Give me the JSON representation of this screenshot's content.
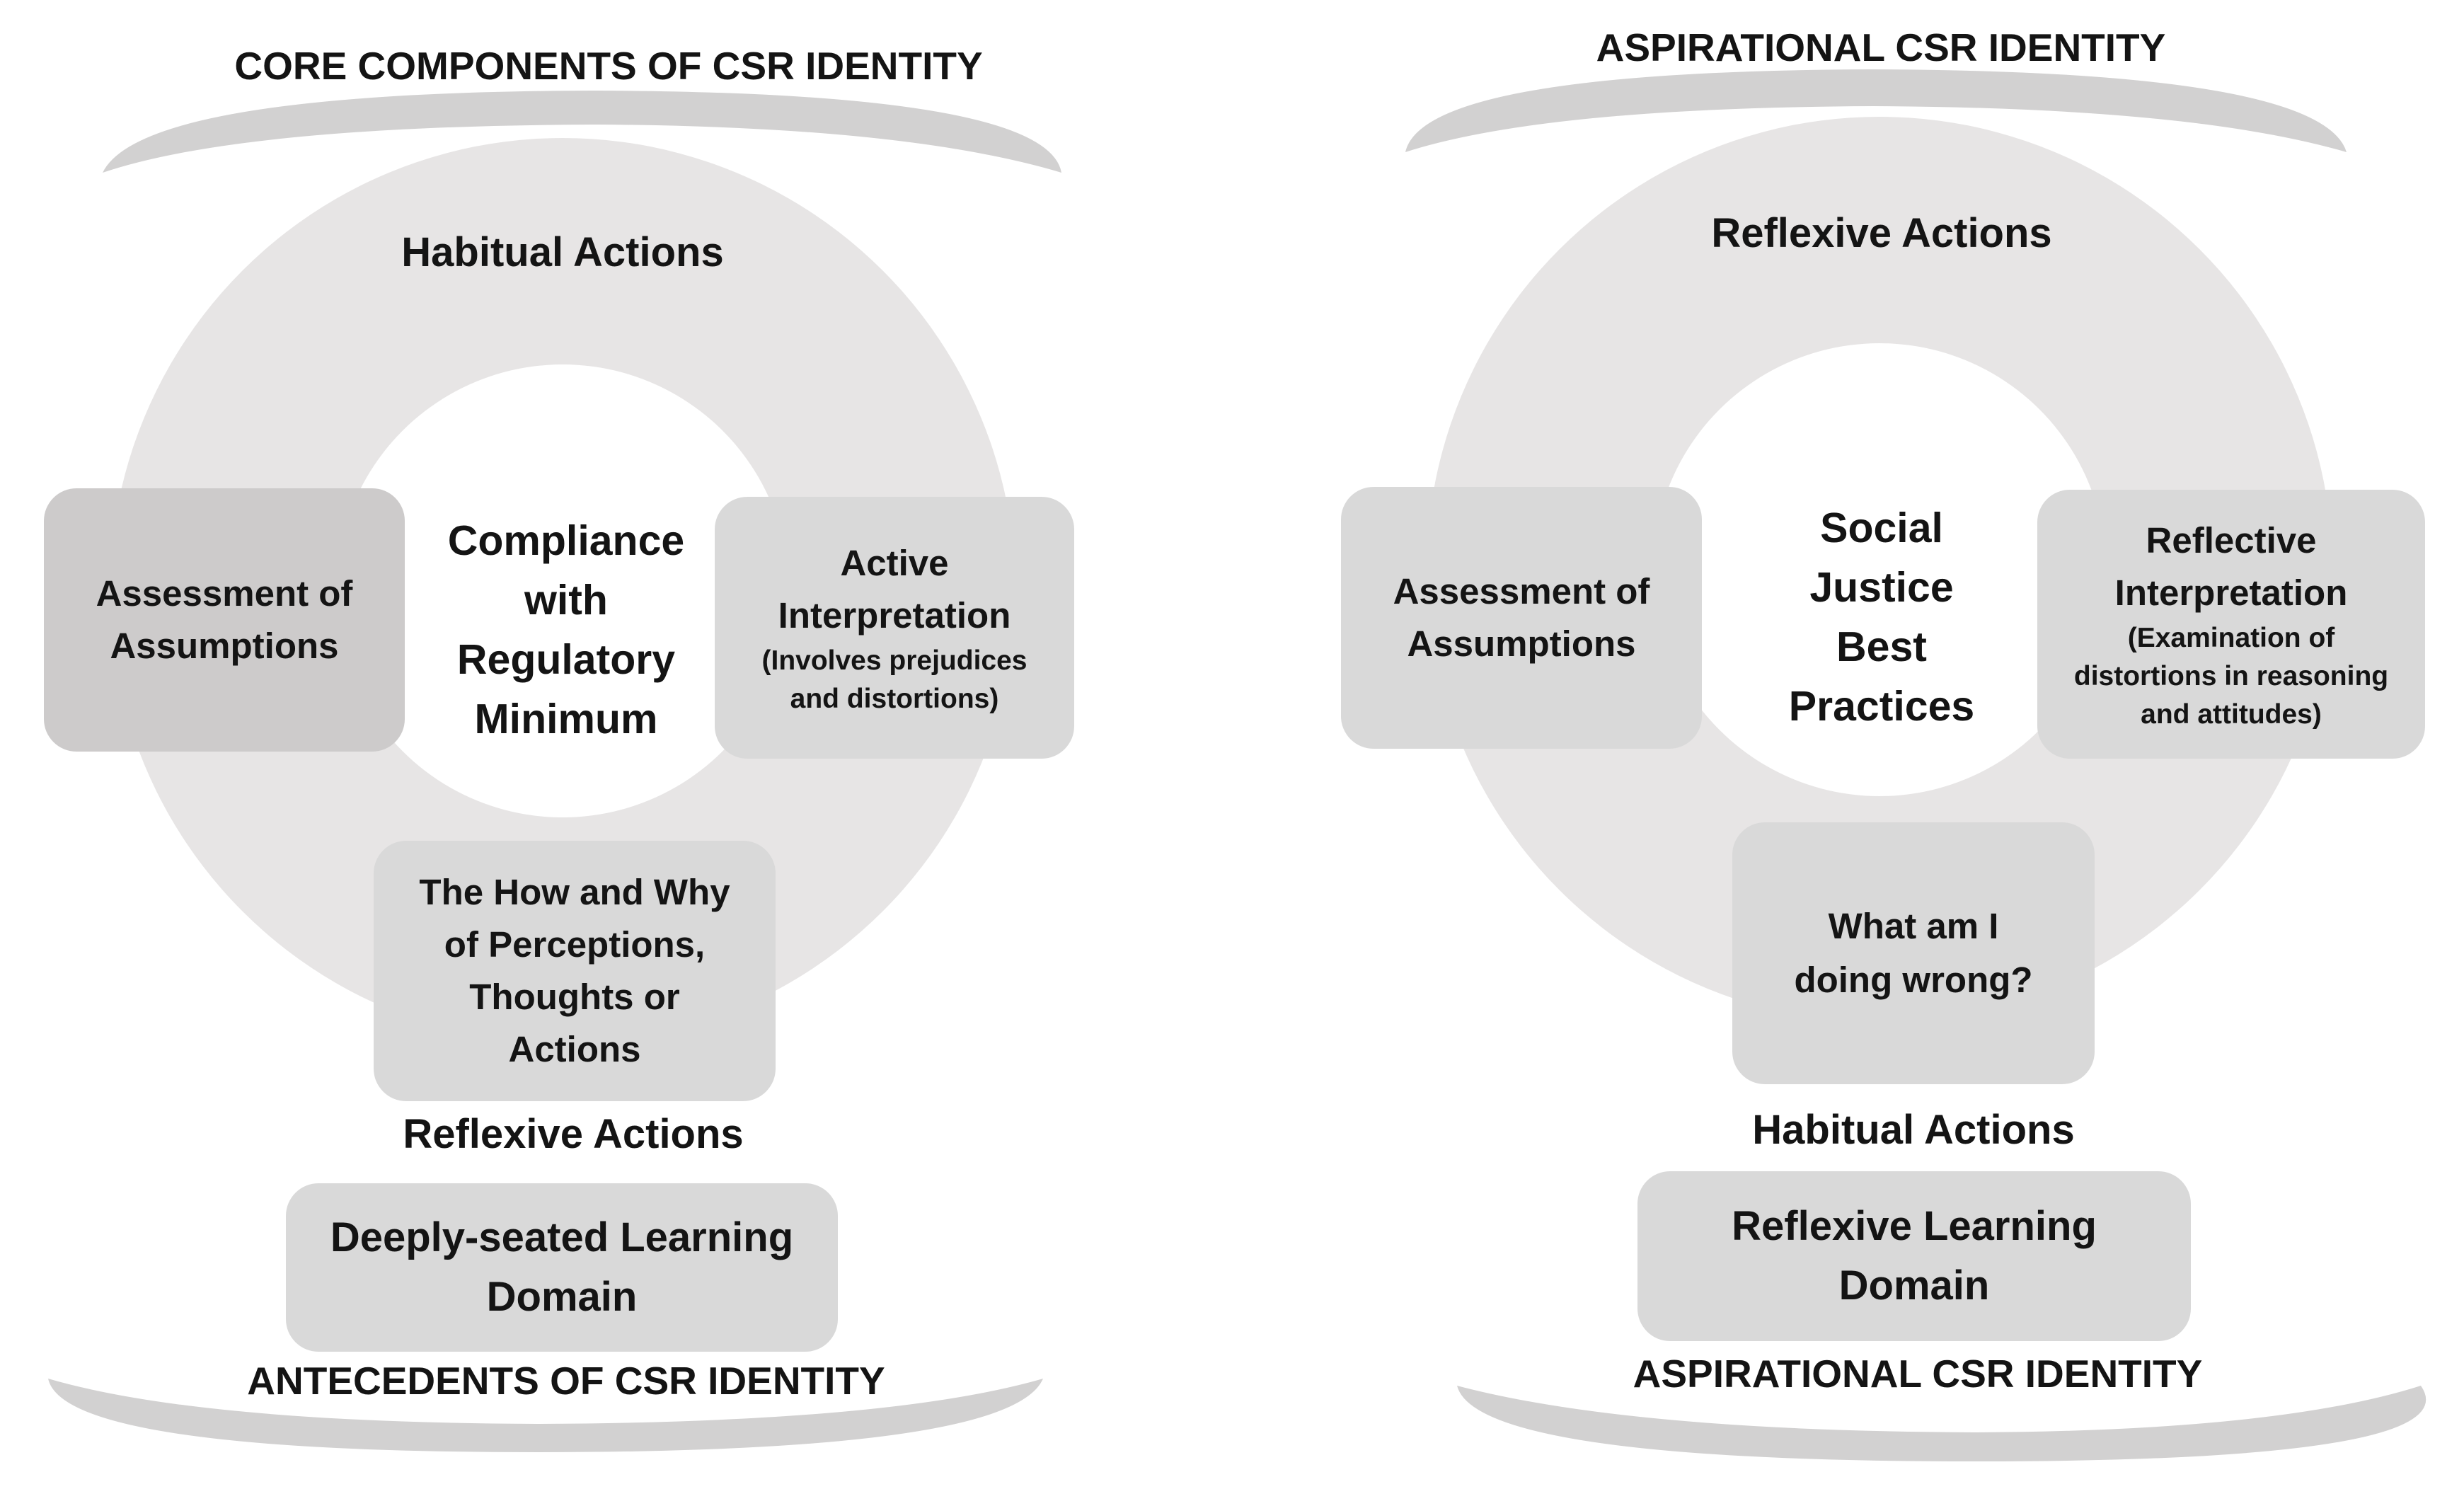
{
  "left": {
    "header": "CORE COMPONENTS OF CSR IDENTITY",
    "ring_top_label": "Habitual Actions",
    "center": [
      "Compliance",
      "with",
      "Regulatory",
      "Minimum"
    ],
    "left_box": [
      "Assessment of",
      "Assumptions"
    ],
    "right_box": {
      "title": [
        "Active",
        "Interpretation"
      ],
      "sub": [
        "(Involves prejudices",
        "and distortions)"
      ]
    },
    "bottom_box": [
      "The How and Why",
      "of Perceptions,",
      "Thoughts or",
      "Actions"
    ],
    "below_ring_label": "Reflexive Actions",
    "domain_box": [
      "Deeply-seated Learning",
      "Domain"
    ],
    "footer": "ANTECEDENTS OF CSR IDENTITY"
  },
  "right": {
    "header": "ASPIRATIONAL CSR IDENTITY",
    "ring_top_label": "Reflexive Actions",
    "center": [
      "Social",
      "Justice",
      "Best",
      "Practices"
    ],
    "left_box": [
      "Assessment of",
      "Assumptions"
    ],
    "right_box": {
      "title": [
        "Reflective",
        "Interpretation"
      ],
      "sub": [
        "(Examination of",
        "distortions in reasoning",
        "and attitudes)"
      ]
    },
    "bottom_box": [
      "What am I",
      "doing wrong?"
    ],
    "below_ring_label": "Habitual Actions",
    "domain_box": [
      "Reflexive Learning",
      "Domain"
    ],
    "footer": "ASPIRATIONAL CSR IDENTITY"
  },
  "colors": {
    "ring": "#e7e5e5",
    "box": "#d9d9d9",
    "box_dark": "#cdcbcb",
    "lip": "#d2d1d1",
    "text": "#141414"
  }
}
